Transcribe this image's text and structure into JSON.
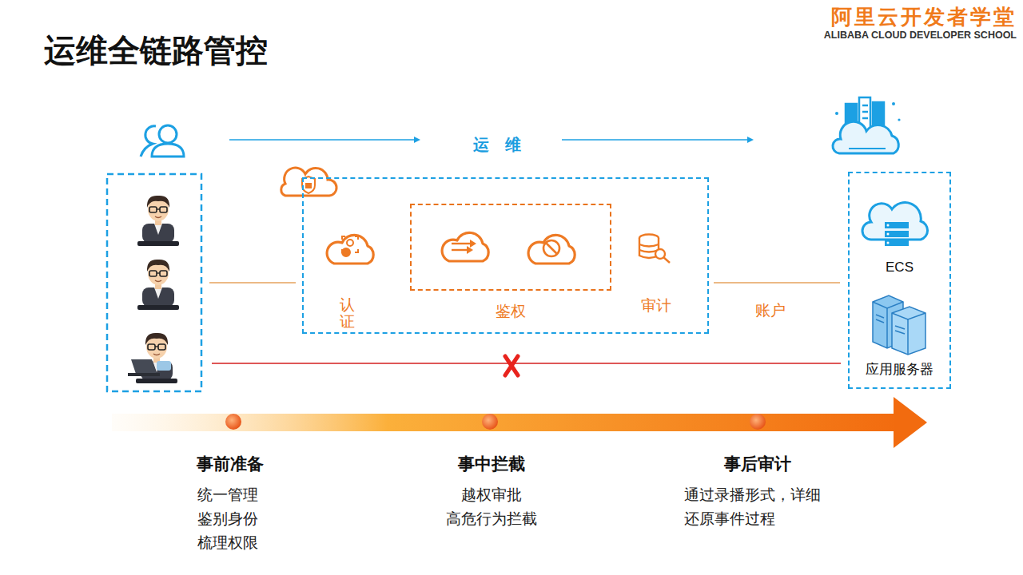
{
  "diagram": {
    "title": "运维全链路管控",
    "nodes": [
      {
        "text": [
          "认证",
          "审计"
        ]
      },
      {
        "text": [
          "鉴权"
        ],
        "in": 0
      },
      {
        "text": [
          "ECS",
          "应用服务器"
        ]
      }
    ],
    "edges": [
      {
        "from": 0,
        "to": 2,
        "arrow": "none",
        "label": "账户"
      }
    ],
    "labels": [
      "阿里云开发者学堂",
      "ALIBABA CLOUD DEVELOPER SCHOOL",
      "运 维",
      "事前准备",
      "统一管理",
      "鉴别身份",
      "梳理权限",
      "事中拦截",
      "越权审批",
      "高危行为拦截",
      "事后审计",
      "通过录播形式，详细还原事件过程"
    ]
  }
}
